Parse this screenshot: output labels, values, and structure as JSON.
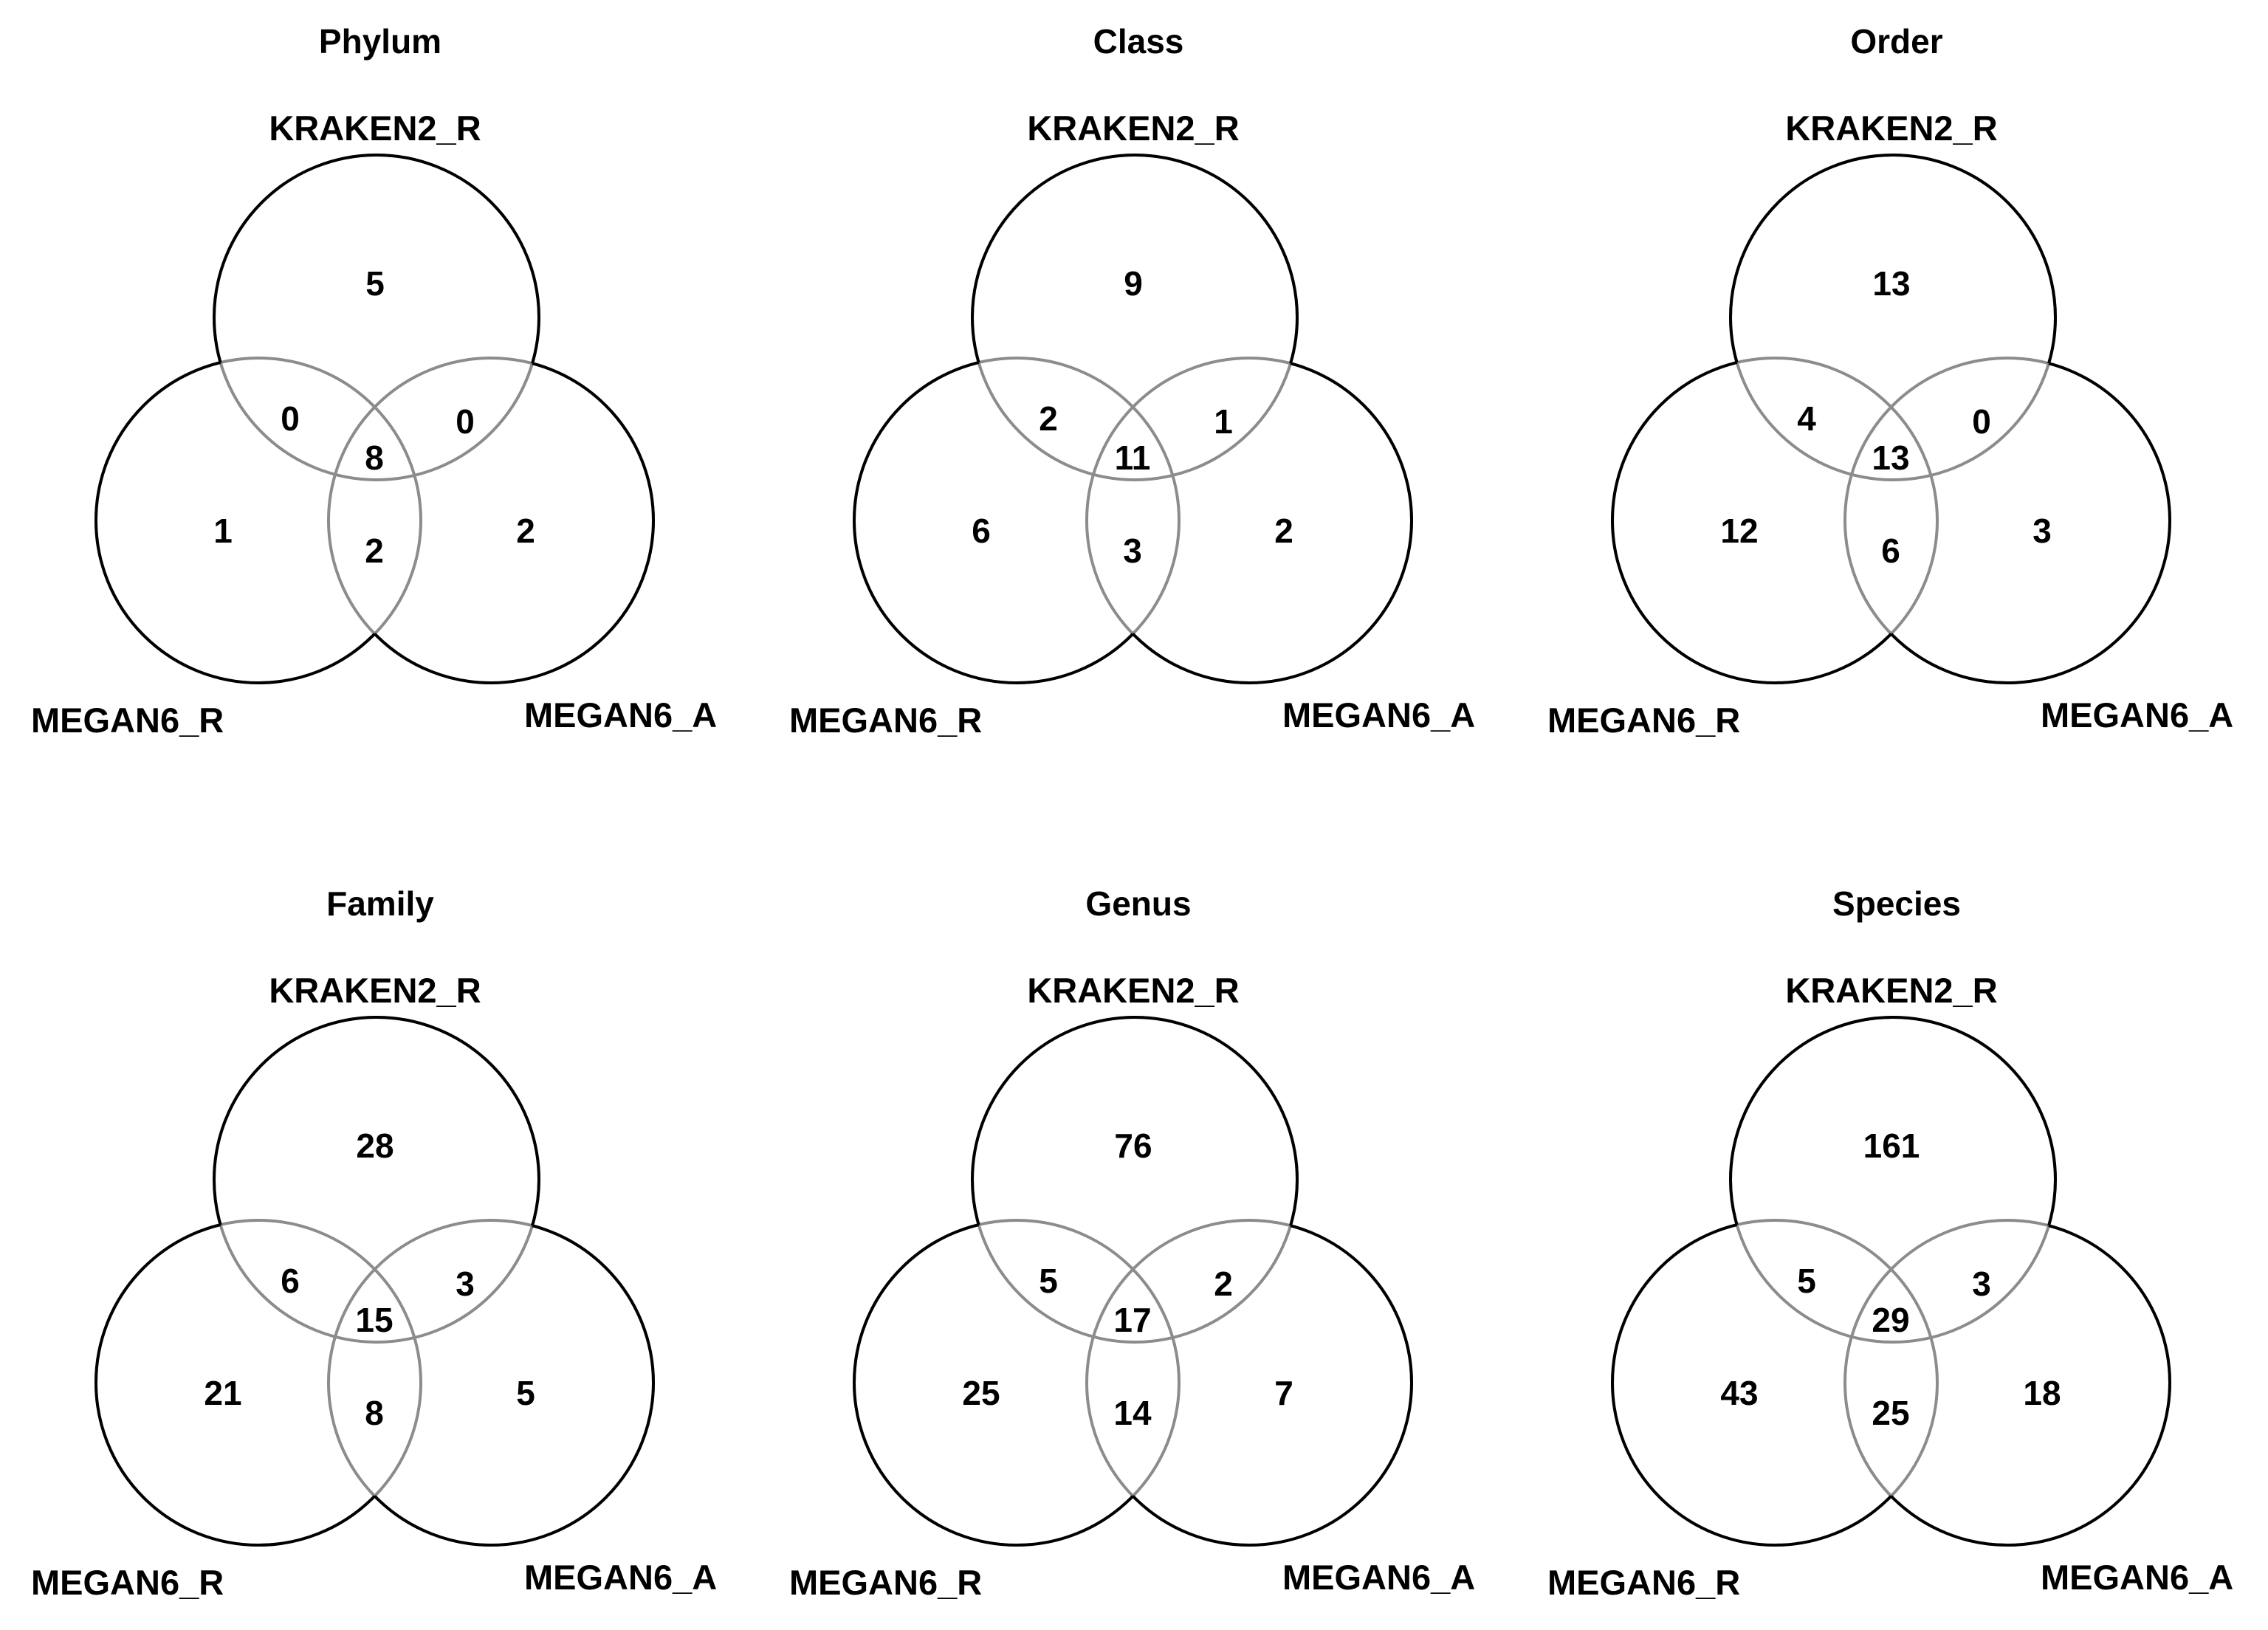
{
  "figure": {
    "panels": [
      {
        "title": "Phylum",
        "sets": {
          "top": "KRAKEN2_R",
          "left": "MEGAN6_R",
          "right": "MEGAN6_A"
        },
        "counts": {
          "top_only": "5",
          "left_only": "1",
          "right_only": "2",
          "top_left": "0",
          "top_right": "0",
          "left_right": "2",
          "all": "8"
        }
      },
      {
        "title": "Class",
        "sets": {
          "top": "KRAKEN2_R",
          "left": "MEGAN6_R",
          "right": "MEGAN6_A"
        },
        "counts": {
          "top_only": "9",
          "left_only": "6",
          "right_only": "2",
          "top_left": "2",
          "top_right": "1",
          "left_right": "3",
          "all": "11"
        }
      },
      {
        "title": "Order",
        "sets": {
          "top": "KRAKEN2_R",
          "left": "MEGAN6_R",
          "right": "MEGAN6_A"
        },
        "counts": {
          "top_only": "13",
          "left_only": "12",
          "right_only": "3",
          "top_left": "4",
          "top_right": "0",
          "left_right": "6",
          "all": "13"
        }
      },
      {
        "title": "Family",
        "sets": {
          "top": "KRAKEN2_R",
          "left": "MEGAN6_R",
          "right": "MEGAN6_A"
        },
        "counts": {
          "top_only": "28",
          "left_only": "21",
          "right_only": "5",
          "top_left": "6",
          "top_right": "3",
          "left_right": "8",
          "all": "15"
        }
      },
      {
        "title": "Genus",
        "sets": {
          "top": "KRAKEN2_R",
          "left": "MEGAN6_R",
          "right": "MEGAN6_A"
        },
        "counts": {
          "top_only": "76",
          "left_only": "25",
          "right_only": "7",
          "top_left": "5",
          "top_right": "2",
          "left_right": "14",
          "all": "17"
        }
      },
      {
        "title": "Species",
        "sets": {
          "top": "KRAKEN2_R",
          "left": "MEGAN6_R",
          "right": "MEGAN6_A"
        },
        "counts": {
          "top_only": "161",
          "left_only": "43",
          "right_only": "18",
          "top_left": "5",
          "top_right": "3",
          "left_right": "25",
          "all": "29"
        }
      }
    ]
  }
}
